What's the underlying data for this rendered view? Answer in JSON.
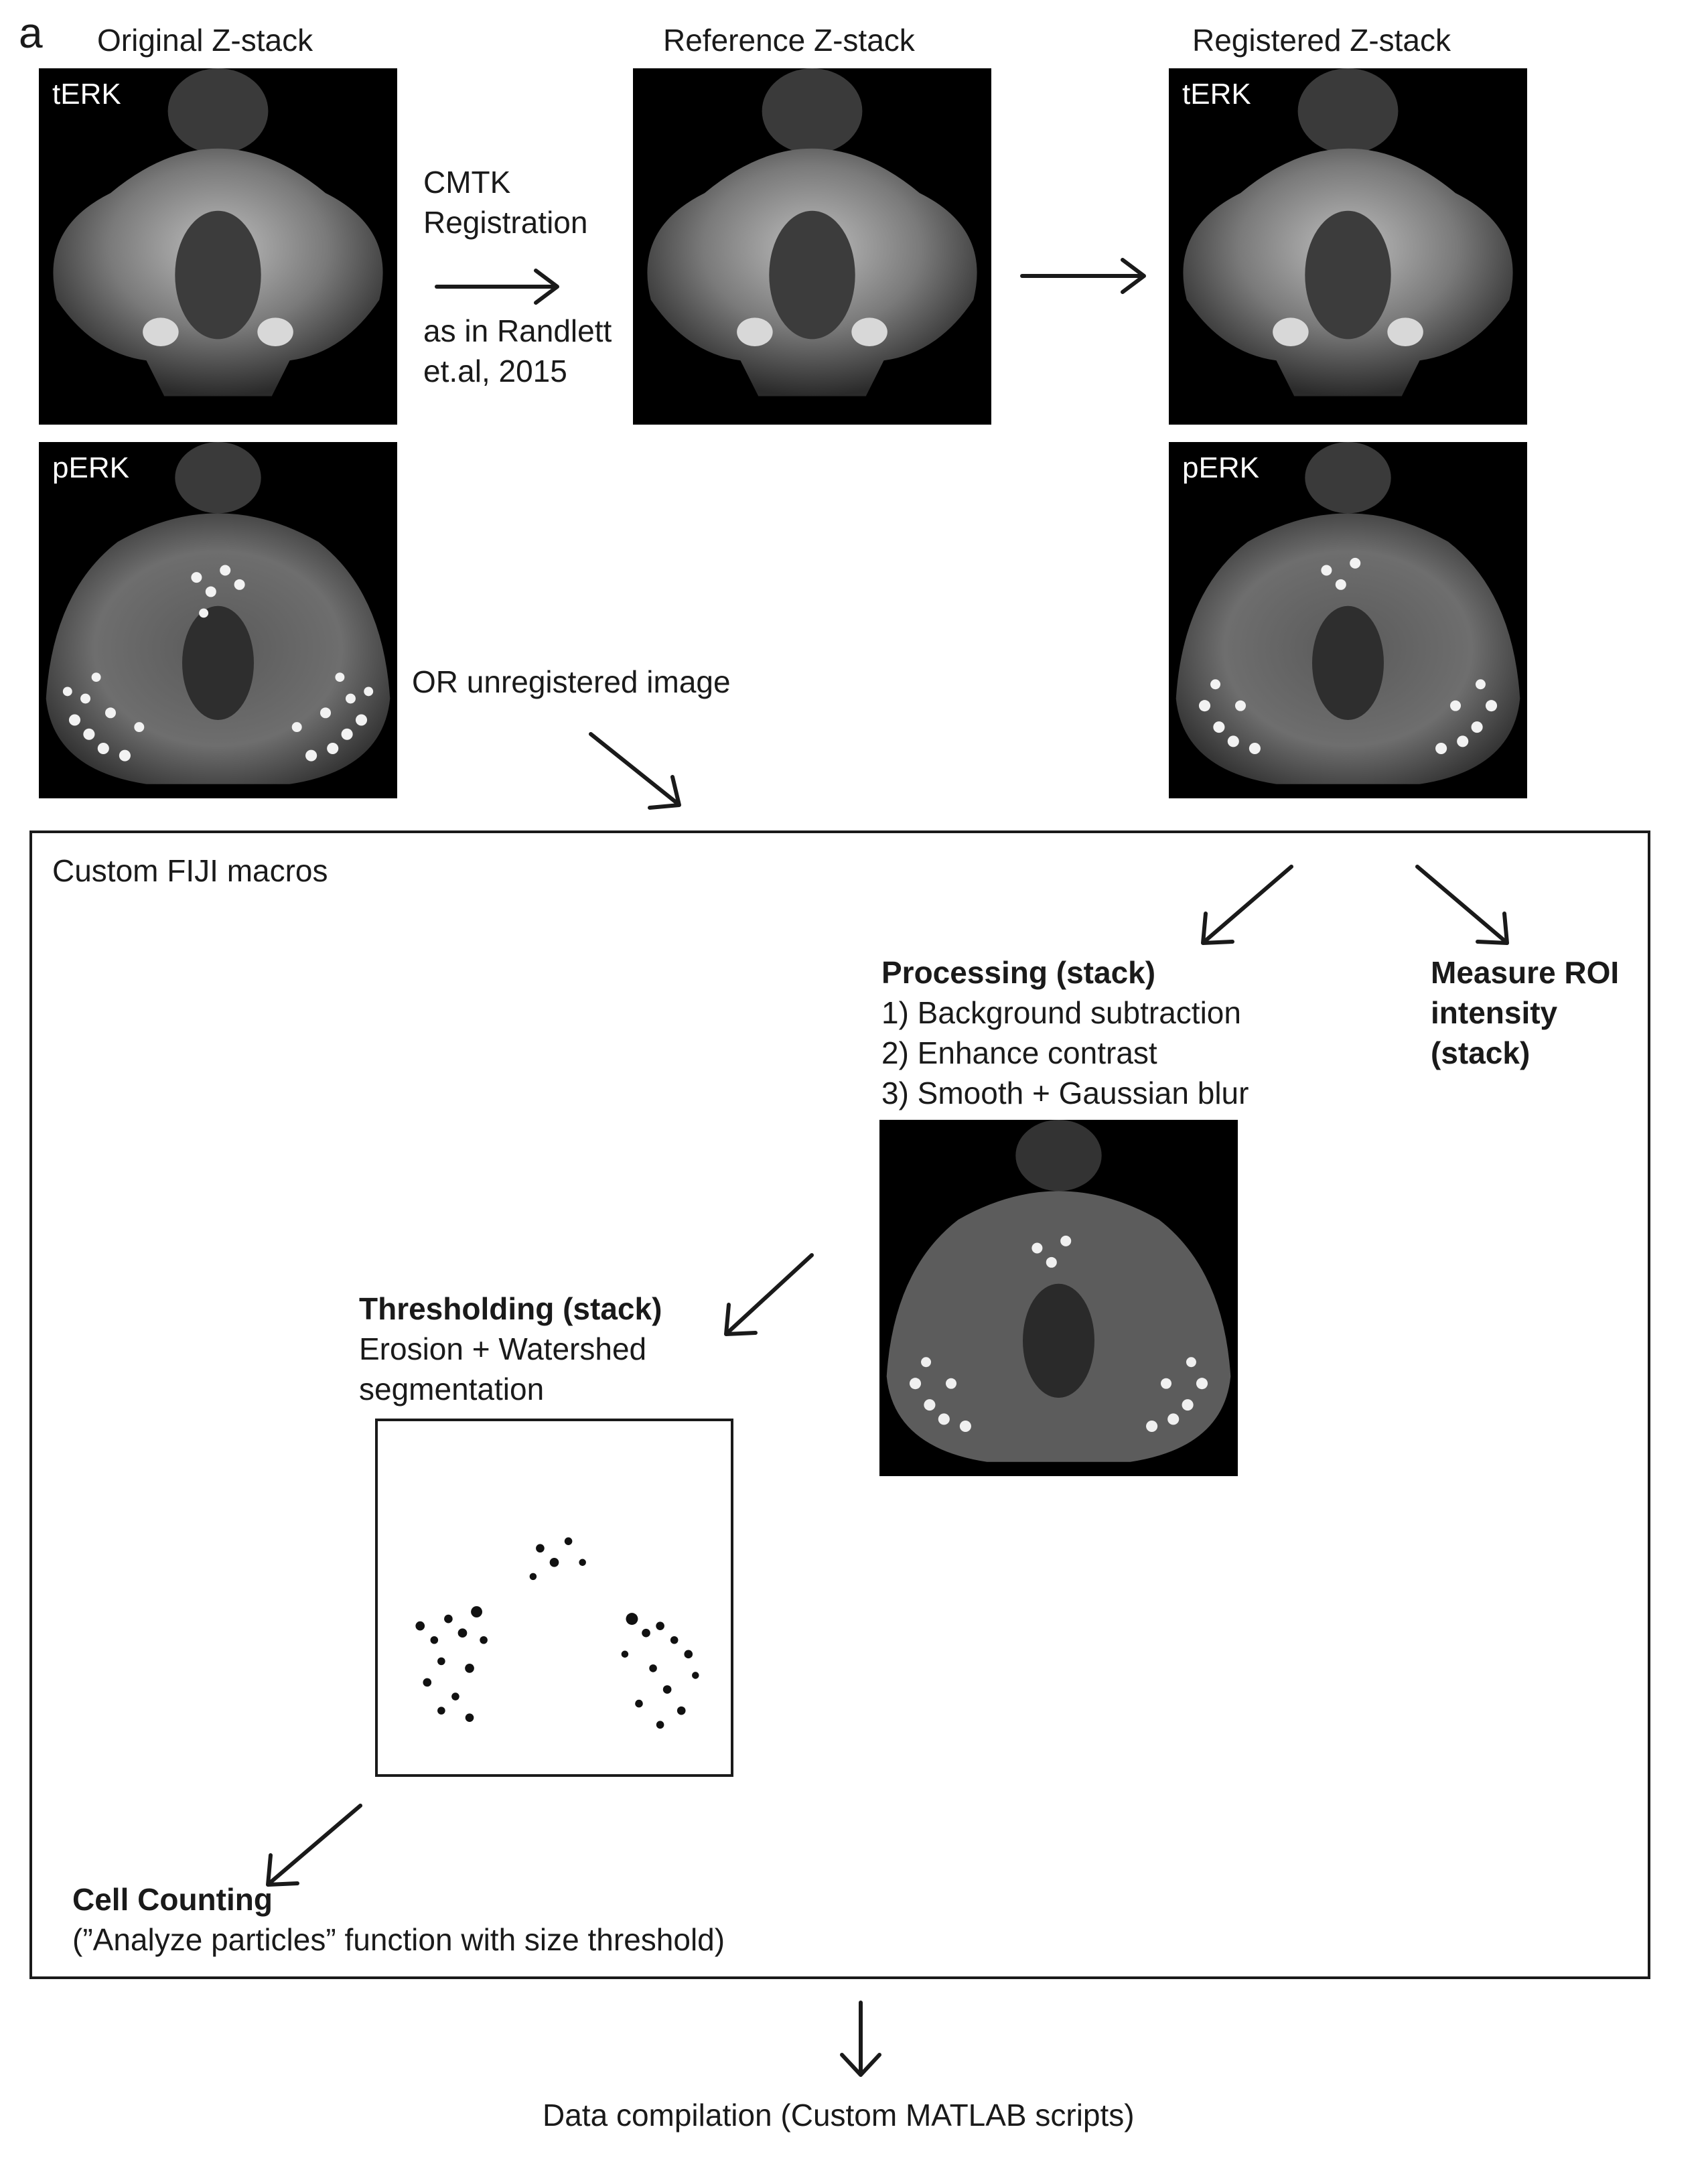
{
  "panel_letter": "a",
  "headers": {
    "original": "Original Z-stack",
    "reference": "Reference Z-stack",
    "registered": "Registered Z-stack"
  },
  "image_labels": {
    "terk": "tERK",
    "perk": "pERK"
  },
  "registration": {
    "line1": "CMTK",
    "line2": "Registration",
    "line3": "as in Randlett",
    "line4": "et.al, 2015"
  },
  "unregistered": "OR unregistered image",
  "fiji_box": {
    "title": "Custom FIJI macros",
    "processing": {
      "title": "Processing (stack)",
      "steps": [
        "1) Background subtraction",
        "2) Enhance contrast",
        "3) Smooth + Gaussian blur"
      ]
    },
    "measure": {
      "line1": "Measure ROI",
      "line2": "intensity",
      "line3": "(stack)"
    },
    "thresholding": {
      "title": "Thresholding (stack)",
      "line1": "Erosion + Watershed",
      "line2": "segmentation"
    },
    "cell_counting": {
      "title": "Cell Counting",
      "desc": "(”Analyze particles” function with size threshold)"
    }
  },
  "compilation": "Data compilation (Custom MATLAB scripts)",
  "colors": {
    "ink": "#1a1a1a",
    "image_bg": "#000000",
    "tissue": "#8a8a8a",
    "cells": "#f2f2f2"
  }
}
